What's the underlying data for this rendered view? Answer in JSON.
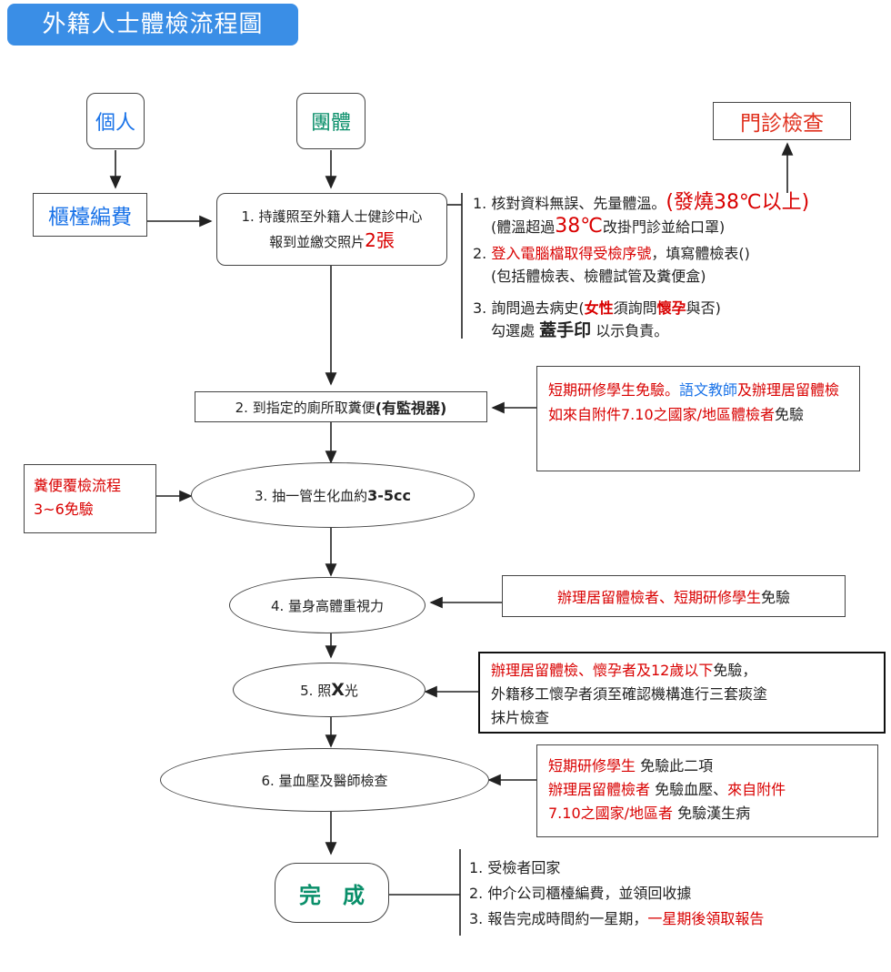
{
  "title": "外籍人士體檢流程圖",
  "start": {
    "individual": "個人",
    "group": "團體",
    "counter": "櫃檯編費",
    "outpatient": "門診檢查"
  },
  "step1": {
    "line1": "1. 持護照至外籍人士健診中心",
    "line2_prefix": "報到並繳交照片",
    "line2_num": "2張"
  },
  "step1_notes": {
    "n1_text": "1. 核對資料無誤、先量體溫。",
    "n1_red": "(發燒38℃以上)",
    "n1_sub_prefix": "(體溫超過",
    "n1_sub_red": "38℃",
    "n1_sub_suffix": "改掛門診並給口罩)",
    "n2_prefix": "2. ",
    "n2_red": "登入電腦檔取得受檢序號",
    "n2_suffix": "，填寫體檢表()",
    "n2_sub": "(包括體檢表、檢體試管及糞便盒)",
    "n3_prefix": "3. 詢問過去病史(",
    "n3_red1": "女性",
    "n3_mid": "須詢問",
    "n3_red2": "懷孕",
    "n3_suffix": "與否)",
    "n3_sub_prefix": "勾選處 ",
    "n3_sub_bold": "蓋手印",
    "n3_sub_suffix": " 以示負責。"
  },
  "step2": {
    "text": "2. 到指定的廁所取糞便",
    "bold": "(有監視器)"
  },
  "step2_note": {
    "red1": "短期研修學生免驗。",
    "blue": "語文教師",
    "red2": "及辦理居留體檢如來自附件7.10之國家/地區體檢者",
    "black": "免驗"
  },
  "step3": {
    "text": "3. 抽一管生化血約",
    "bold": "3-5cc"
  },
  "stool_recheck": {
    "line1": "糞便覆檢流程",
    "line2": "3~6免驗"
  },
  "step4": {
    "text": "4. 量身高體重視力"
  },
  "step4_note": {
    "red": "辦理居留體檢者、短期研修學生",
    "black": "免驗"
  },
  "step5": {
    "prefix": "5. 照",
    "bold": "X",
    "suffix": "光"
  },
  "step5_note": {
    "red": "辦理居留體檢、懷孕者及12歲以下",
    "black1": "免驗，",
    "line2": "外籍移工懷孕者須至確認機構進行三套痰塗",
    "line3": "抹片檢查"
  },
  "step6": {
    "text": "6. 量血壓及醫師檢查"
  },
  "step6_note": {
    "l1_red": "短期研修學生",
    "l1_black": " 免驗此二項",
    "l2_red": "辦理居留體檢者",
    "l2_black": " 免驗血壓、",
    "l2_red2": "來自附件",
    "l3_red": "7.10之國家/地區者",
    "l3_black": " 免驗漢生病"
  },
  "done": {
    "text": "完　成"
  },
  "done_notes": {
    "n1": "1. 受檢者回家",
    "n2": "2. 仲介公司櫃檯編費，並領回收據",
    "n3_prefix": "3. 報告完成時間約一星期，",
    "n3_red": "一星期後領取報告"
  },
  "colors": {
    "title_bg": "#3a8ee6",
    "red": "#d90000",
    "blue": "#1a73e8",
    "green": "#0a8f6a"
  }
}
